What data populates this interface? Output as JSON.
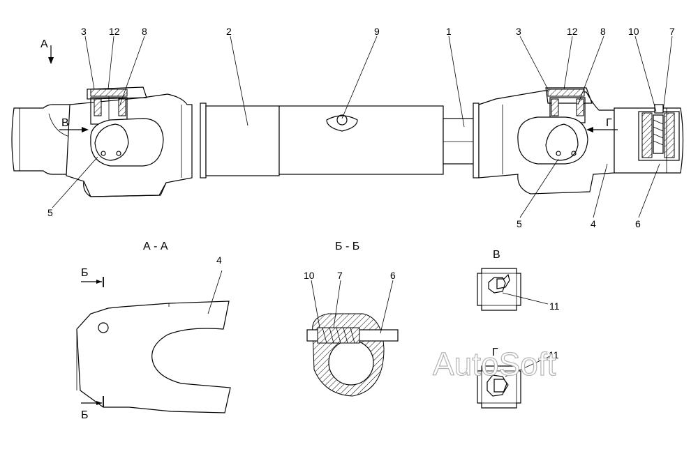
{
  "views": {
    "view_arrow_a": "А",
    "view_arrow_v": "В",
    "view_arrow_g": "Г",
    "section_aa": "А - А",
    "section_bb": "Б - Б",
    "view_v_title": "В",
    "view_g_title": "Г",
    "section_mark_b": "Б"
  },
  "callouts": {
    "c3_left": "3",
    "c12_left": "12",
    "c8_left": "8",
    "c2": "2",
    "c9": "9",
    "c1": "1",
    "c3_right": "3",
    "c12_right": "12",
    "c8_right": "8",
    "c10_right": "10",
    "c7_right": "7",
    "c5_left": "5",
    "c5_right": "5",
    "c4_right": "4",
    "c6_right": "6",
    "c4_aa": "4",
    "c10_bb": "10",
    "c7_bb": "7",
    "c6_bb": "6",
    "c11_v": "11",
    "c11_g": "11"
  },
  "watermark": "AutoSoft"
}
